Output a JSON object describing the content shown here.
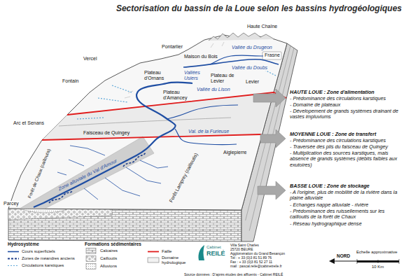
{
  "diagram": {
    "title": "Sectorisation du bassin de la Loue selon les bassins hydrogéologiques",
    "labels": [
      "Pontarlier",
      "Haute Chaîne",
      "Maison du Bois",
      "Vallée du Drugeon",
      "Frasne",
      "Vallée du Doubs",
      "Vercel",
      "Plateau d'Ornans",
      "Vallées Usiers",
      "Plateau de Levier",
      "Fontain",
      "Levier",
      "Plateau d'Amancey",
      "Vallée du Lison",
      "Arc et Senans",
      "Faisceau de Quingey",
      "Val. de la Furieuse",
      "Aiglepierre",
      "Forêt de Chaux (cailloutis)",
      "Zone alluviale du Val d'Amour",
      "Forêt Lamprey (cailloutis)",
      "Parcey",
      "HAUTE LOUE : Zone d'alimentation",
      "- Prédominance des circulations karstiques",
      "- Domaine de plateaux",
      "- Dévelopement de grands systèmes drainant de vastes impluviums",
      "MOYENNE LOUE : Zone de transfert",
      "- Prédominance des circulations karstiques",
      "- Traversée des plis du faisceau de Quingey",
      "- Multiplication des sources karstiques, mais absence de grands systèmes (débits faibles aux exutoires)",
      "BASSE LOUE : Zone de stockage",
      "- A l'origine, plus de mobilité de la rivière dans la plaine alluviale",
      "- Echanges nappe alluviale - rivière",
      "- Prédominance des ruissellements sur les cailloutis de la forêt de Chaux",
      "- Réseau hydrographique dense",
      "Hydrosystème",
      "Formations sédimentaires",
      "Cabinet",
      "REILÉ",
      "Villa Saint Charles",
      "25720 BEURE",
      "Agglomération du Grand Besançon",
      "Tél : + 33 (0)3 81 51 89 76",
      "Fax : + 33 (0)3 81 52 27 11",
      "mail : pascal.reile@cabinetreile.fr",
      "Source données : D'après études des affluents - Cabinet REILÉ",
      "NORD",
      "Echelle approximative",
      "10 Km"
    ],
    "legend": [
      {
        "text": "Cours superficiels"
      },
      {
        "text": "Zones de méandres anciens"
      },
      {
        "text": "Circulations karstiques"
      },
      {
        "text": "Calcaires"
      },
      {
        "text": "Cailloutis"
      },
      {
        "text": "Alluvions"
      },
      {
        "text": "Faille"
      },
      {
        "text": "Domaine hydrologique"
      }
    ]
  }
}
